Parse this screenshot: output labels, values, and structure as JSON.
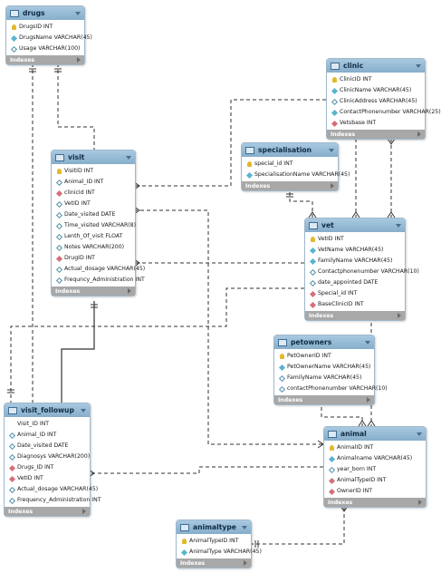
{
  "colors": {
    "header": "#8fb4d1",
    "indexes_bar": "#a8a8a8",
    "primary_key": "#e3b92c",
    "not_null": "#58b4cf",
    "foreign_key": "#d2707b",
    "line": "#333333"
  },
  "tables": {
    "drugs": {
      "name": "drugs",
      "indexes": "Indexes",
      "columns": [
        {
          "text": "DrugsID INT",
          "key": "pk"
        },
        {
          "text": "DrugsName VARCHAR(45)",
          "key": "nn"
        },
        {
          "text": "Usage VARCHAR(100)",
          "key": "opt"
        }
      ]
    },
    "clinic": {
      "name": "clinic",
      "indexes": "Indexes",
      "columns": [
        {
          "text": "ClinicID INT",
          "key": "pk"
        },
        {
          "text": "ClinicName VARCHAR(45)",
          "key": "nn"
        },
        {
          "text": "ClinicAddress VARCHAR(45)",
          "key": "opt"
        },
        {
          "text": "ContactPhonenumber VARCHAR(25)",
          "key": "nn"
        },
        {
          "text": "Vetsbase INT",
          "key": "fk"
        }
      ]
    },
    "specialisation": {
      "name": "specialisation",
      "indexes": "Indexes",
      "columns": [
        {
          "text": "special_id INT",
          "key": "pk"
        },
        {
          "text": "SpecialisationName VARCHAR(45)",
          "key": "nn"
        }
      ]
    },
    "visit": {
      "name": "visit",
      "indexes": "Indexes",
      "columns": [
        {
          "text": "VisitID INT",
          "key": "pk"
        },
        {
          "text": "Animal_ID INT",
          "key": "opt"
        },
        {
          "text": "clinicId INT",
          "key": "fk"
        },
        {
          "text": "VetID INT",
          "key": "opt"
        },
        {
          "text": "Date_visited DATE",
          "key": "opt"
        },
        {
          "text": "Time_visited VARCHAR(8)",
          "key": "opt"
        },
        {
          "text": "Lenth_Of_visit FLOAT",
          "key": "opt"
        },
        {
          "text": "Notes VARCHAR(200)",
          "key": "opt"
        },
        {
          "text": "DrugID INT",
          "key": "fk"
        },
        {
          "text": "Actual_dosage VARCHAR(45)",
          "key": "opt"
        },
        {
          "text": "Frequncy_Administration INT",
          "key": "opt"
        }
      ]
    },
    "vet": {
      "name": "vet",
      "indexes": "Indexes",
      "columns": [
        {
          "text": "VetID INT",
          "key": "pk"
        },
        {
          "text": "VetName VARCHAR(45)",
          "key": "nn"
        },
        {
          "text": "FamilyName VARCHAR(45)",
          "key": "nn"
        },
        {
          "text": "Contactphonenumber VARCHAR(10)",
          "key": "opt"
        },
        {
          "text": "date_appointed DATE",
          "key": "opt"
        },
        {
          "text": "Special_id INT",
          "key": "fk"
        },
        {
          "text": "BaseClinicID INT",
          "key": "fk"
        }
      ]
    },
    "petowners": {
      "name": "petowners",
      "indexes": "Indexes",
      "columns": [
        {
          "text": "PetOwnerID INT",
          "key": "pk"
        },
        {
          "text": "PetOwnerName VARCHAR(45)",
          "key": "nn"
        },
        {
          "text": "FamilyName VARCHAR(45)",
          "key": "opt"
        },
        {
          "text": "contactPhonenumber VARCHAR(10)",
          "key": "opt"
        }
      ]
    },
    "visit_followup": {
      "name": "visit_followup",
      "indexes": "Indexes",
      "columns": [
        {
          "text": "Visit_ID INT",
          "key": "none"
        },
        {
          "text": "Animal_ID INT",
          "key": "opt"
        },
        {
          "text": "Date_visited DATE",
          "key": "opt"
        },
        {
          "text": "Diagnosys VARCHAR(200)",
          "key": "opt"
        },
        {
          "text": "Drugs_ID INT",
          "key": "fk"
        },
        {
          "text": "VetID INT",
          "key": "fk"
        },
        {
          "text": "Actual_dosage VARCHAR(45)",
          "key": "opt"
        },
        {
          "text": "Frequency_Administration INT",
          "key": "opt"
        }
      ]
    },
    "animal": {
      "name": "animal",
      "indexes": "Indexes",
      "columns": [
        {
          "text": "AnimalID INT",
          "key": "pk"
        },
        {
          "text": "Animalname VARCHAR(45)",
          "key": "nn"
        },
        {
          "text": "year_born INT",
          "key": "opt"
        },
        {
          "text": "AnimalTypeID INT",
          "key": "fk"
        },
        {
          "text": "OwnerID INT",
          "key": "fk"
        }
      ]
    },
    "animaltype": {
      "name": "animaltype",
      "indexes": "Indexes",
      "columns": [
        {
          "text": "AnimalTypeID INT",
          "key": "pk"
        },
        {
          "text": "AnimalType VARCHAR(45)",
          "key": "nn"
        }
      ]
    }
  }
}
